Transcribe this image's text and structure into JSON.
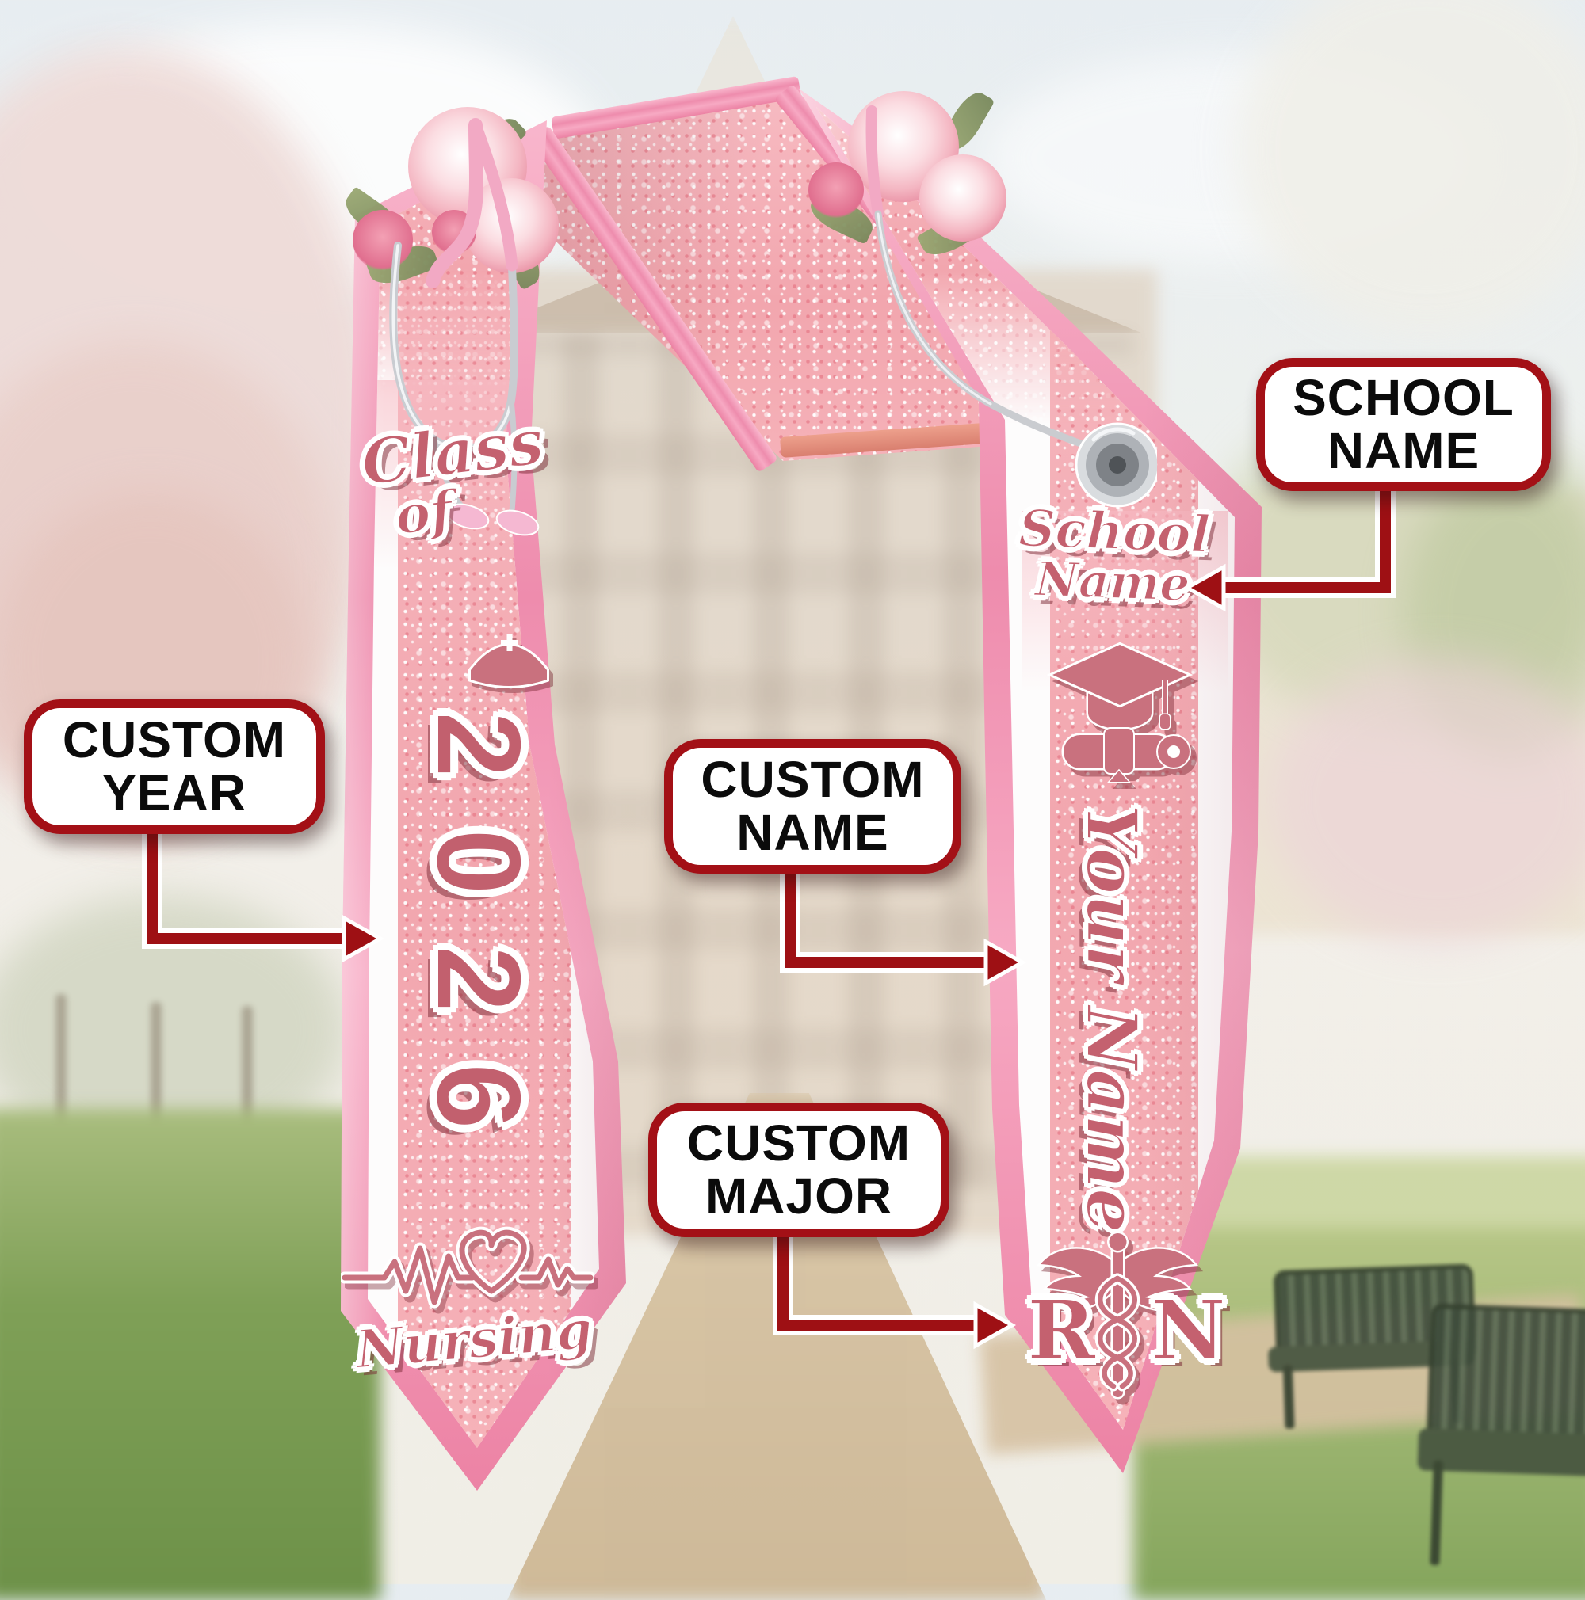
{
  "product_view": {
    "left_stole": {
      "class_line1": "Class",
      "class_line2": "of",
      "year": "2026",
      "year_digits": [
        "2",
        "0",
        "2",
        "6"
      ],
      "major": "Nursing"
    },
    "right_stole": {
      "school_line1": "School",
      "school_line2": "Name",
      "name_vertical": "Your Name",
      "major_abbr_left": "R",
      "major_abbr_right": "N"
    }
  },
  "callouts": {
    "school_name": {
      "line1": "SCHOOL",
      "line2": "NAME"
    },
    "custom_year": {
      "line1": "CUSTOM",
      "line2": "YEAR"
    },
    "custom_name": {
      "line1": "CUSTOM",
      "line2": "NAME"
    },
    "custom_major": {
      "line1": "CUSTOM",
      "line2": "MAJOR"
    }
  },
  "icons": {
    "left": [
      "flowers-icon",
      "stethoscope-icon",
      "nurse-cap-icon",
      "heartbeat-heart-icon"
    ],
    "right": [
      "flowers-icon",
      "stethoscope-icon",
      "grad-cap-diploma-icon",
      "caduceus-icon"
    ]
  },
  "colors": {
    "callout_border": "#A31016",
    "arrow": "#9E1014",
    "rose_print": "#C4616F",
    "rose_shadow": "#7A2834",
    "satin_pink": "#EE8CAD",
    "glitter_pink": "#F5B6BD",
    "callout_text": "#0B0B0B"
  }
}
